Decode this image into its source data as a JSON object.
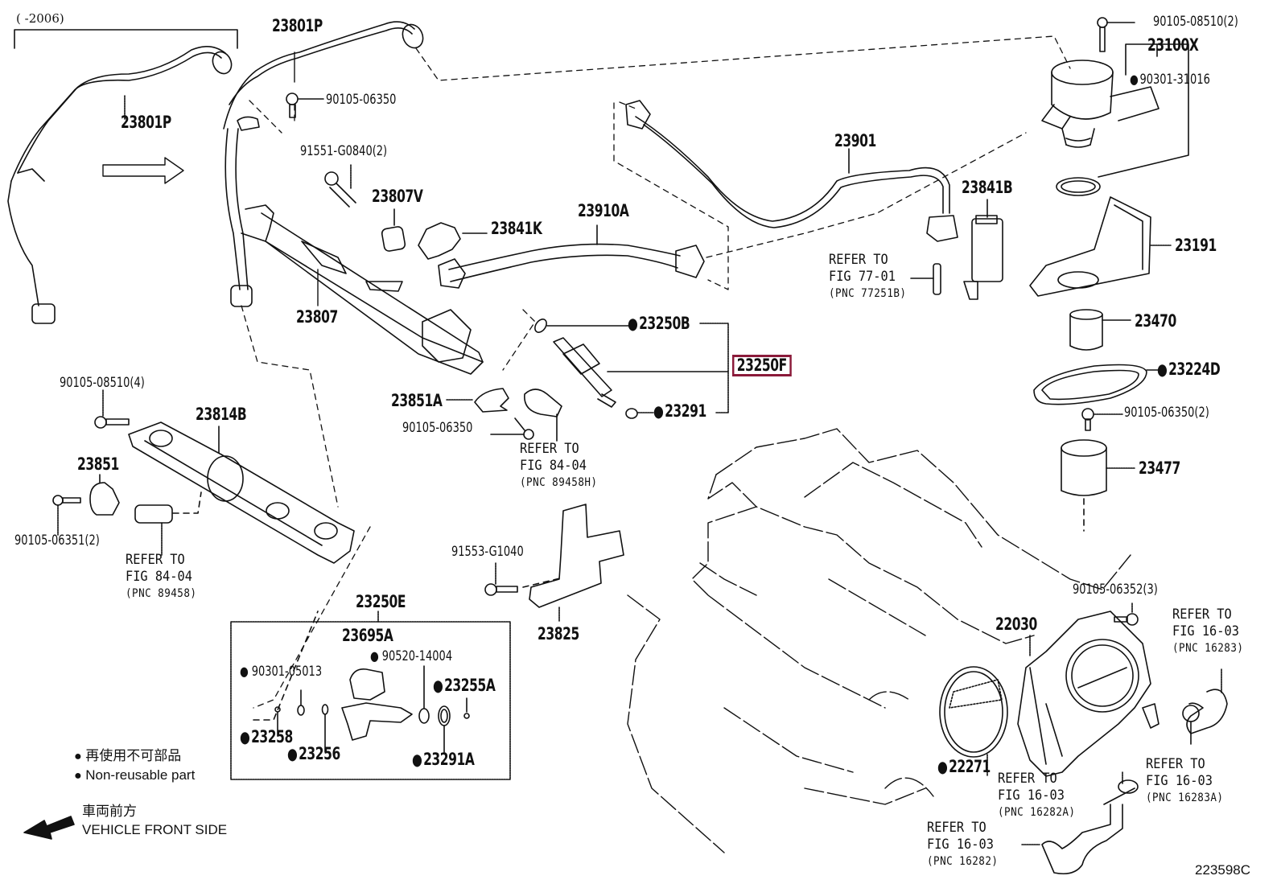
{
  "diagram": {
    "type": "exploded-parts-diagram",
    "subject": "Fuel injection system / fuel rail, high pressure pump, throttle body",
    "figure_code": "223598C",
    "year_range_label": "(    -2006)",
    "highlight_color": "#8b1a3a",
    "highlighted_part": "23250F"
  },
  "parts": {
    "p23801P_upper": "23801P",
    "p23801P_lower": "23801P",
    "p90105_06350_top": "90105-06350",
    "p91551_G0840": "91551-G0840(2)",
    "p23807V": "23807V",
    "p23807": "23807",
    "p23841K": "23841K",
    "p23910A": "23910A",
    "p23901": "23901",
    "p23841B": "23841B",
    "p90105_08510_2": "90105-08510(2)",
    "p23100X": "23100X",
    "p90301_31016": "90301-31016",
    "p23191": "23191",
    "p23470": "23470",
    "p23224D": "23224D",
    "p90105_06350_2": "90105-06350(2)",
    "p23477": "23477",
    "p23250B": "23250B",
    "p23250F": "23250F",
    "p23291": "23291",
    "p23851A": "23851A",
    "p90105_06350_mid": "90105-06350",
    "p90105_08510_4": "90105-08510(4)",
    "p23814B": "23814B",
    "p23851": "23851",
    "p90105_06351": "90105-06351(2)",
    "p91553_G1040": "91553-G1040",
    "p23825": "23825",
    "p23250E": "23250E",
    "p23695A": "23695A",
    "p90520_14004": "90520-14004",
    "p90301_05013": "90301-05013",
    "p23255A": "23255A",
    "p23258": "23258",
    "p23256": "23256",
    "p23291A": "23291A",
    "p90105_06352": "90105-06352(3)",
    "p22030": "22030",
    "p22271": "22271"
  },
  "references": {
    "fig77_01": {
      "line1": "REFER TO",
      "line2": "FIG 77-01",
      "line3": "(PNC 77251B)"
    },
    "fig84_04_h": {
      "line1": "REFER TO",
      "line2": "FIG 84-04",
      "line3": "(PNC 89458H)"
    },
    "fig84_04": {
      "line1": "REFER TO",
      "line2": "FIG 84-04",
      "line3": "(PNC 89458)"
    },
    "fig16_03_16283": {
      "line1": "REFER TO",
      "line2": "FIG 16-03",
      "line3": "(PNC 16283)"
    },
    "fig16_03_16283A": {
      "line1": "REFER TO",
      "line2": "FIG 16-03",
      "line3": "(PNC 16283A)"
    },
    "fig16_03_16282A": {
      "line1": "REFER TO",
      "line2": "FIG 16-03",
      "line3": "(PNC 16282A)"
    },
    "fig16_03_16282": {
      "line1": "REFER TO",
      "line2": "FIG 16-03",
      "line3": "(PNC 16282)"
    }
  },
  "legend": {
    "non_reusable_jp": "再使用不可部品",
    "non_reusable_en": "Non-reusable part",
    "front_jp": "車両前方",
    "front_en": "VEHICLE FRONT SIDE"
  }
}
